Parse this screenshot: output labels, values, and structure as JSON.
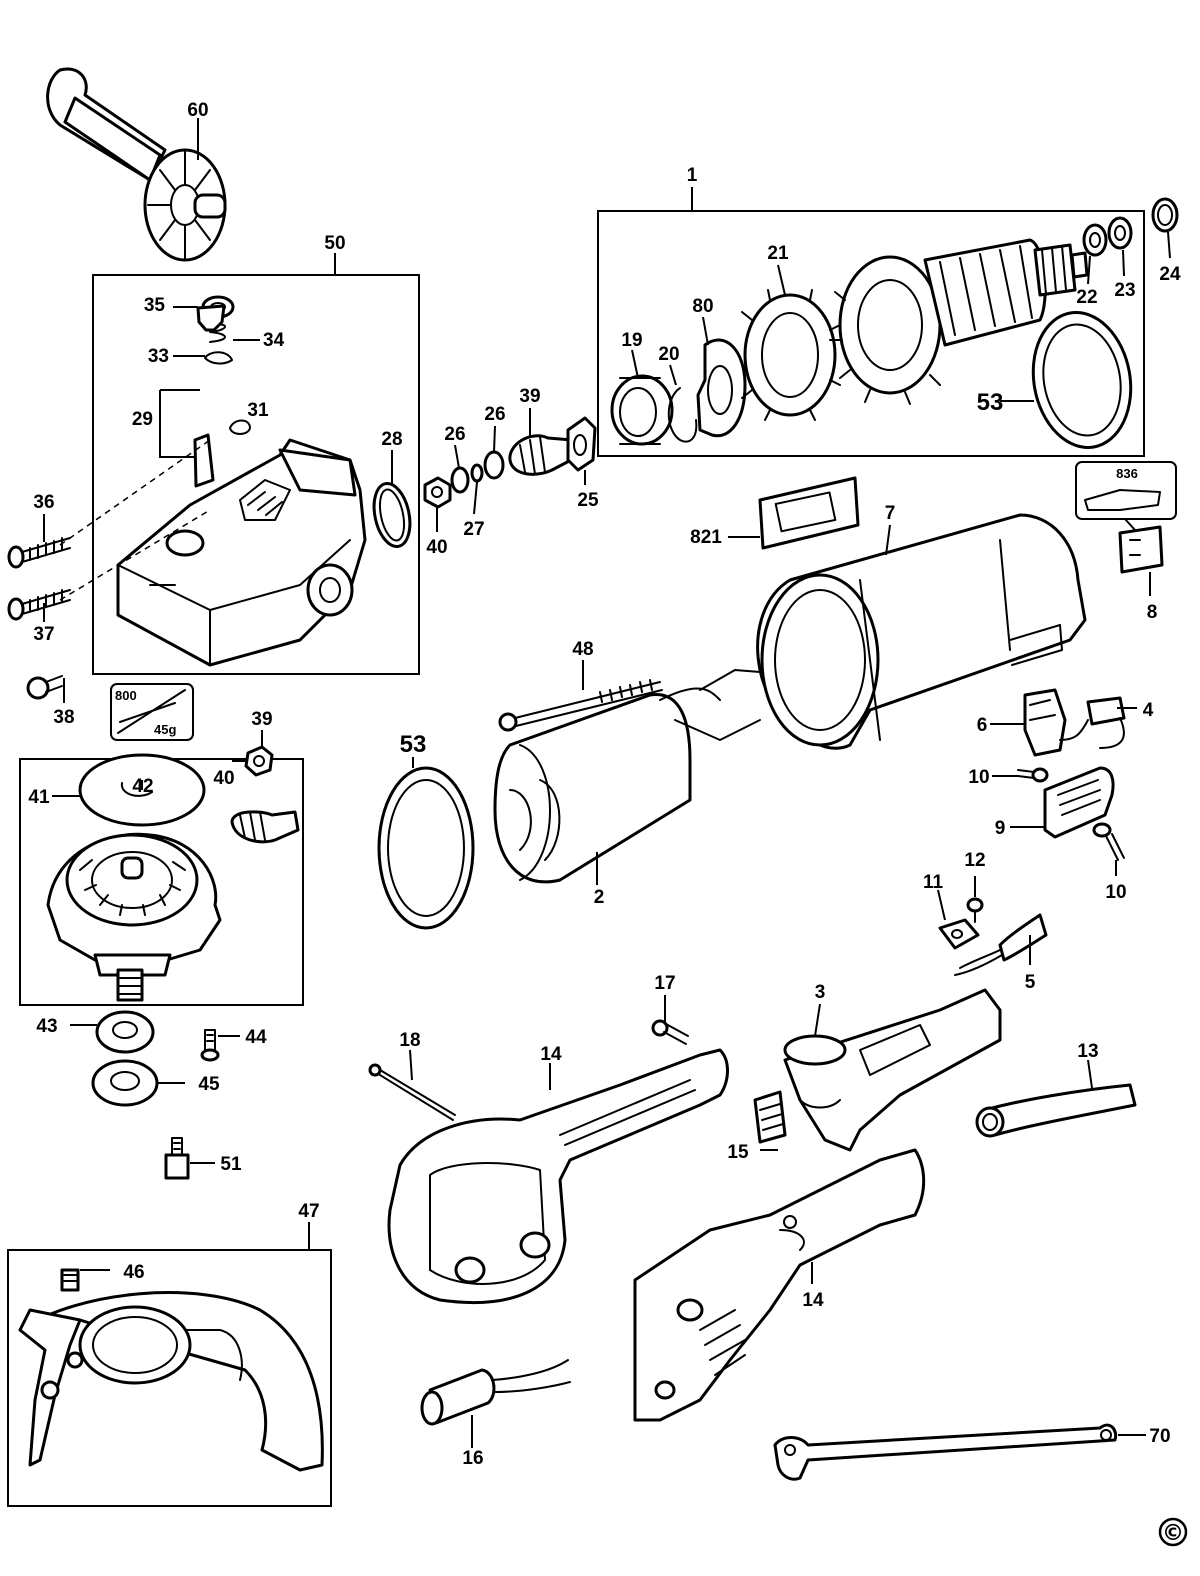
{
  "parts": {
    "p1": "1",
    "p2": "2",
    "p3": "3",
    "p4": "4",
    "p5": "5",
    "p6": "6",
    "p7": "7",
    "p8": "8",
    "p9": "9",
    "p10a": "10",
    "p10b": "10",
    "p11": "11",
    "p12": "12",
    "p13": "13",
    "p14a": "14",
    "p14b": "14",
    "p15": "15",
    "p16": "16",
    "p17": "17",
    "p18": "18",
    "p19": "19",
    "p20": "20",
    "p21": "21",
    "p22": "22",
    "p23": "23",
    "p24": "24",
    "p25": "25",
    "p26a": "26",
    "p26b": "26",
    "p27": "27",
    "p28": "28",
    "p29": "29",
    "p31": "31",
    "p33": "33",
    "p34": "34",
    "p35": "35",
    "p36": "36",
    "p37": "37",
    "p38": "38",
    "p39a": "39",
    "p39b": "39",
    "p40a": "40",
    "p40b": "40",
    "p41": "41",
    "p42": "42",
    "p43": "43",
    "p44": "44",
    "p45": "45",
    "p46": "46",
    "p47": "47",
    "p48": "48",
    "p50": "50",
    "p51": "51",
    "p53a": "53",
    "p53b": "53",
    "p60": "60",
    "p70": "70",
    "p80": "80",
    "p800": "800",
    "p821": "821",
    "p836": "836"
  },
  "grease_weight": "45g",
  "copyright_mark": "©"
}
